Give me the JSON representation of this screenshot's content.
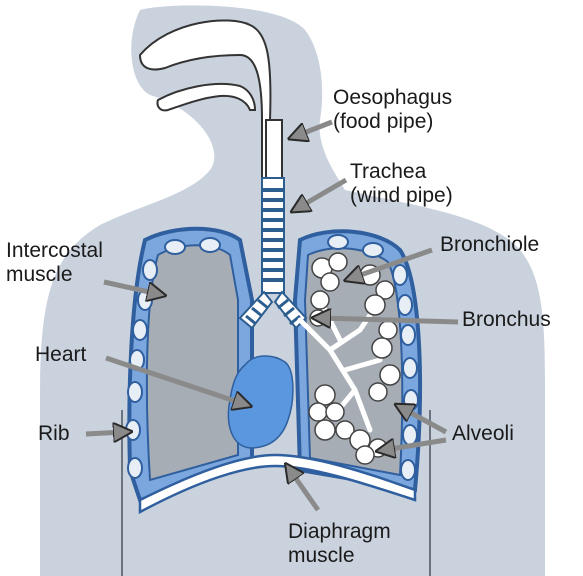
{
  "labels": {
    "oesophagus": {
      "line1": "Oesophagus",
      "line2": "(food pipe)"
    },
    "trachea": {
      "line1": "Trachea",
      "line2": "(wind pipe)"
    },
    "intercostal": {
      "line1": "Intercostal",
      "line2": "muscle"
    },
    "bronchiole": "Bronchiole",
    "bronchus": "Bronchus",
    "heart": "Heart",
    "rib": "Rib",
    "alveoli": "Alveoli",
    "diaphragm": {
      "line1": "Diaphragm",
      "line2": "muscle"
    }
  },
  "colors": {
    "body_silhouette": "#c9d2dd",
    "lung_fill": "#a7adb5",
    "lung_edge": "#2f5f9e",
    "pleura_blue": "#7ba7de",
    "heart": "#5b97de",
    "trachea_ring": "#2c5d8f",
    "airway": "#ffffff",
    "arrow": "#8a8a8a"
  }
}
